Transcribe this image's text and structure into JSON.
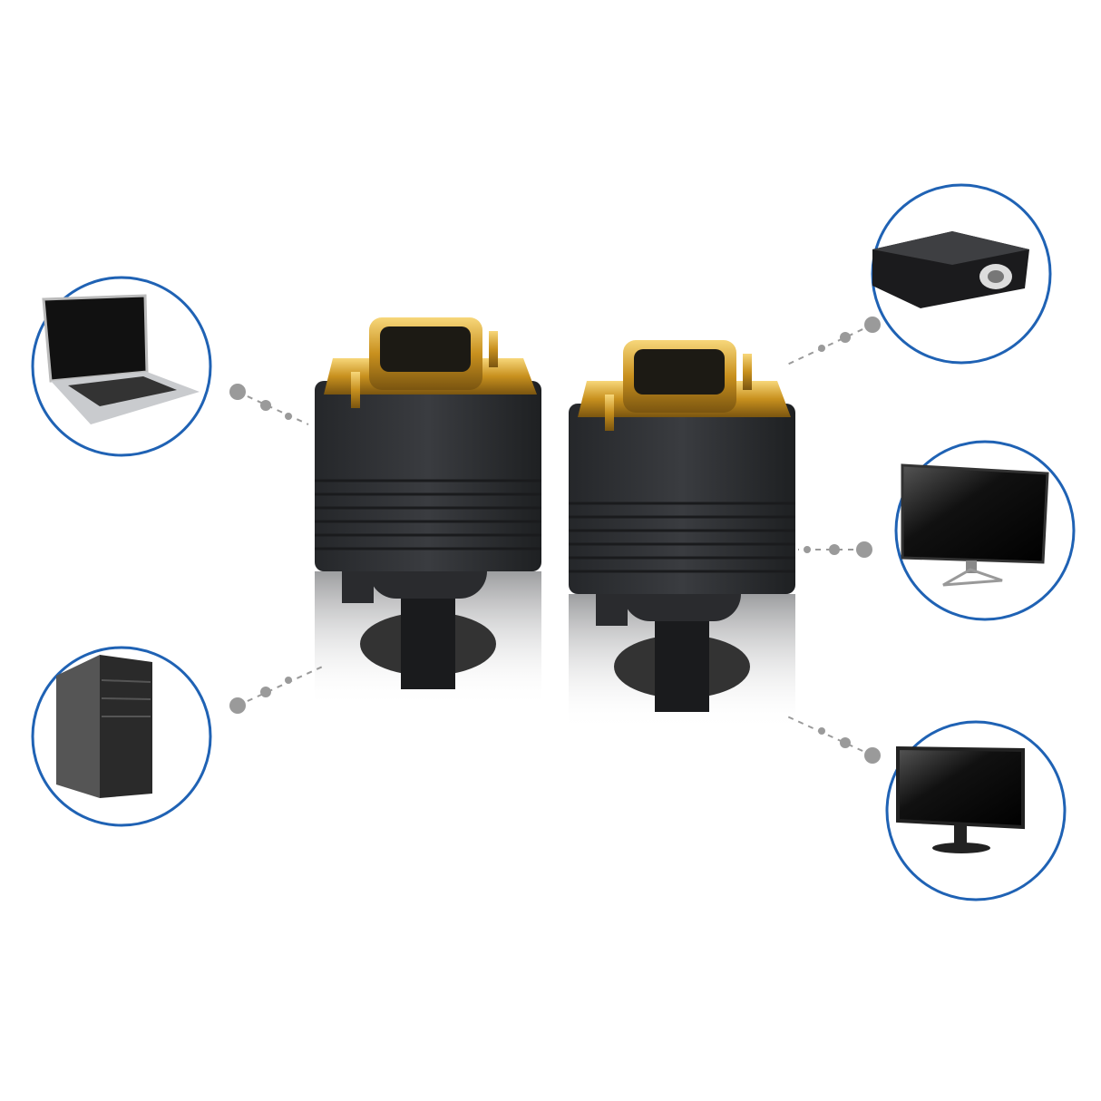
{
  "colors": {
    "background": "#ffffff",
    "circle_border": "#1f62b4",
    "connector_body": "#2e3033",
    "gold_plug": "#d4a02a",
    "dots": "#9a9a9a"
  },
  "devices": [
    {
      "name": "laptop",
      "side": "left"
    },
    {
      "name": "desktop-tower",
      "side": "left"
    },
    {
      "name": "projector",
      "side": "right"
    },
    {
      "name": "tv",
      "side": "right"
    },
    {
      "name": "monitor",
      "side": "right"
    }
  ]
}
